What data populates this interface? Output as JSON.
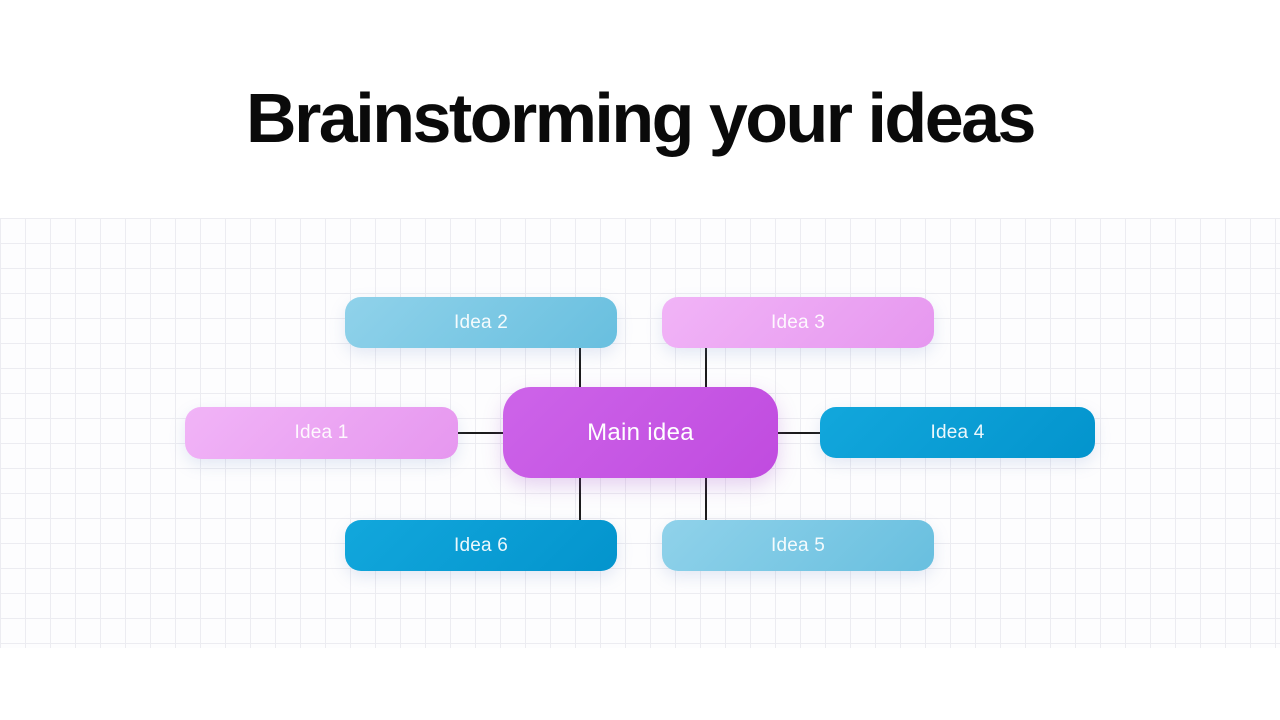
{
  "title": "Brainstorming your ideas",
  "diagram": {
    "main_node": {
      "label": "Main idea",
      "color": "#c653e4"
    },
    "nodes": [
      {
        "label": "Idea 1",
        "color": "#eba5f2"
      },
      {
        "label": "Idea 2",
        "color": "#7cc8e5"
      },
      {
        "label": "Idea 3",
        "color": "#eba5f2"
      },
      {
        "label": "Idea 4",
        "color": "#049dd6"
      },
      {
        "label": "Idea 5",
        "color": "#7cc8e5"
      },
      {
        "label": "Idea 6",
        "color": "#049dd6"
      }
    ],
    "text_color": "#ffffff",
    "connector_color": "#1b1b1b",
    "grid_line_color": "#ececf1",
    "grid_background": "#fdfdfe"
  }
}
